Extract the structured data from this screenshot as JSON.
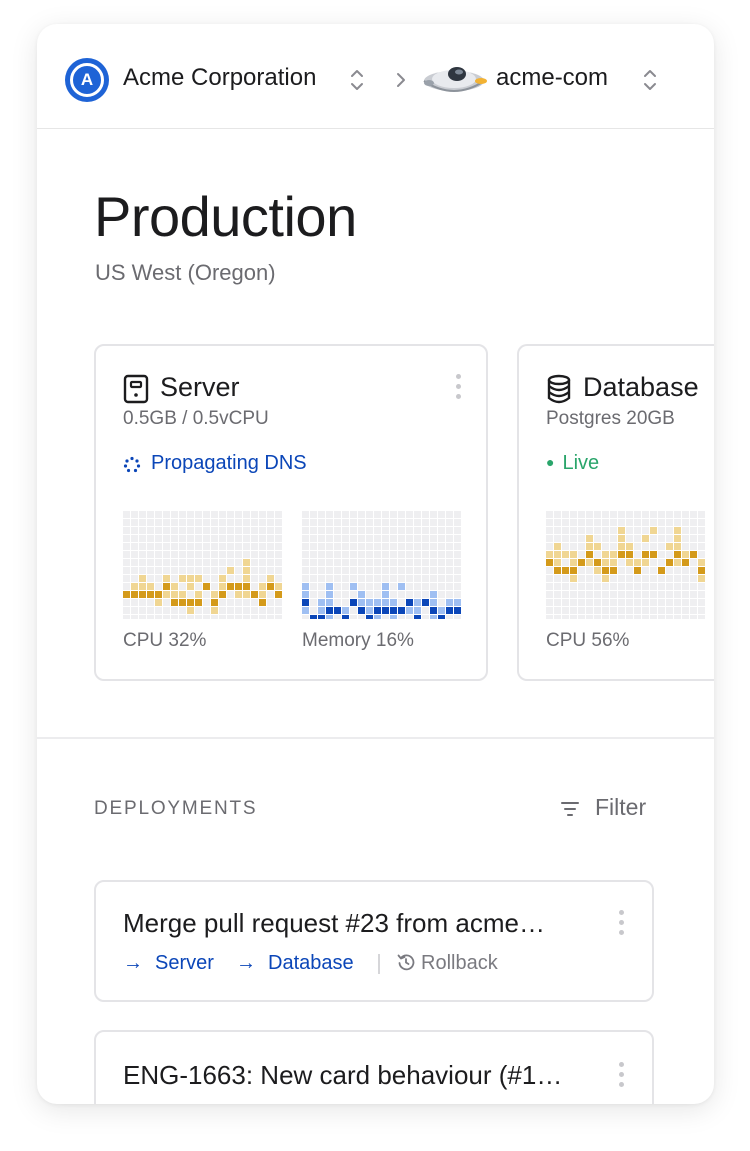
{
  "topbar": {
    "org_logo_letter": "A",
    "org_name": "Acme Corporation",
    "project_name": "acme-com"
  },
  "header": {
    "title": "Production",
    "subtitle": "US West (Oregon)"
  },
  "services": [
    {
      "name": "Server",
      "icon": "server-icon",
      "spec": "0.5GB / 0.5vCPU",
      "status": "Propagating DNS",
      "status_color": "#0b46b8",
      "metrics": [
        {
          "label": "CPU 32%",
          "value": 0.32,
          "color": "#d49a1a",
          "light_color": "#f0d693"
        },
        {
          "label": "Memory 16%",
          "value": 0.16,
          "color": "#0b46b8",
          "light_color": "#9fbff2"
        }
      ]
    },
    {
      "name": "Database",
      "icon": "database-icon",
      "spec": "Postgres 20GB",
      "status": "Live",
      "status_color": "#2aa56b",
      "metrics": [
        {
          "label": "CPU 56%",
          "value": 0.56,
          "color": "#d49a1a",
          "light_color": "#f0d693"
        }
      ]
    }
  ],
  "deployments": {
    "section_label": "DEPLOYMENTS",
    "filter_label": "Filter",
    "items": [
      {
        "title": "Merge pull request #23 from acme…",
        "links": [
          "Server",
          "Database"
        ],
        "rollback_label": "Rollback"
      },
      {
        "title": "ENG-1663: New card behaviour (#1…"
      }
    ]
  },
  "colors": {
    "accent_blue": "#0b46b8",
    "org_logo_blue": "#1e63d6",
    "cpu_amber": "#d49a1a",
    "live_green": "#2aa56b"
  }
}
